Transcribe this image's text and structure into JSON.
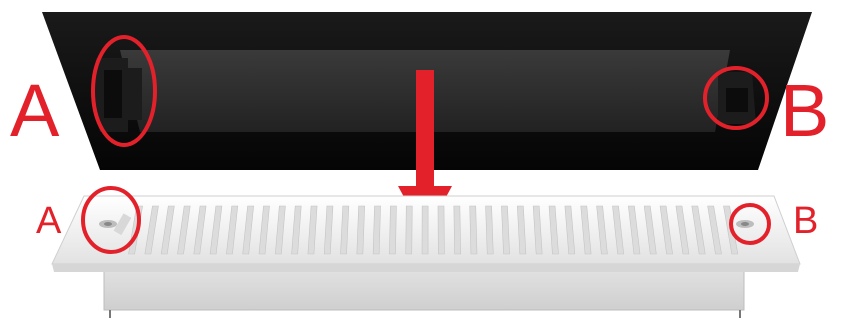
{
  "labels": {
    "top_left": "A",
    "top_right": "B",
    "bottom_left": "A",
    "bottom_right": "B"
  },
  "colors": {
    "accent_red": "#e3212b",
    "cover_black": "#111111",
    "cover_inner": "#2b2b2b",
    "vent_white": "#f3f3f3",
    "vent_shadow": "#c9c9c9"
  },
  "icons": {
    "arrow": "down-arrow-icon",
    "highlight": "circle-highlight-icon"
  }
}
